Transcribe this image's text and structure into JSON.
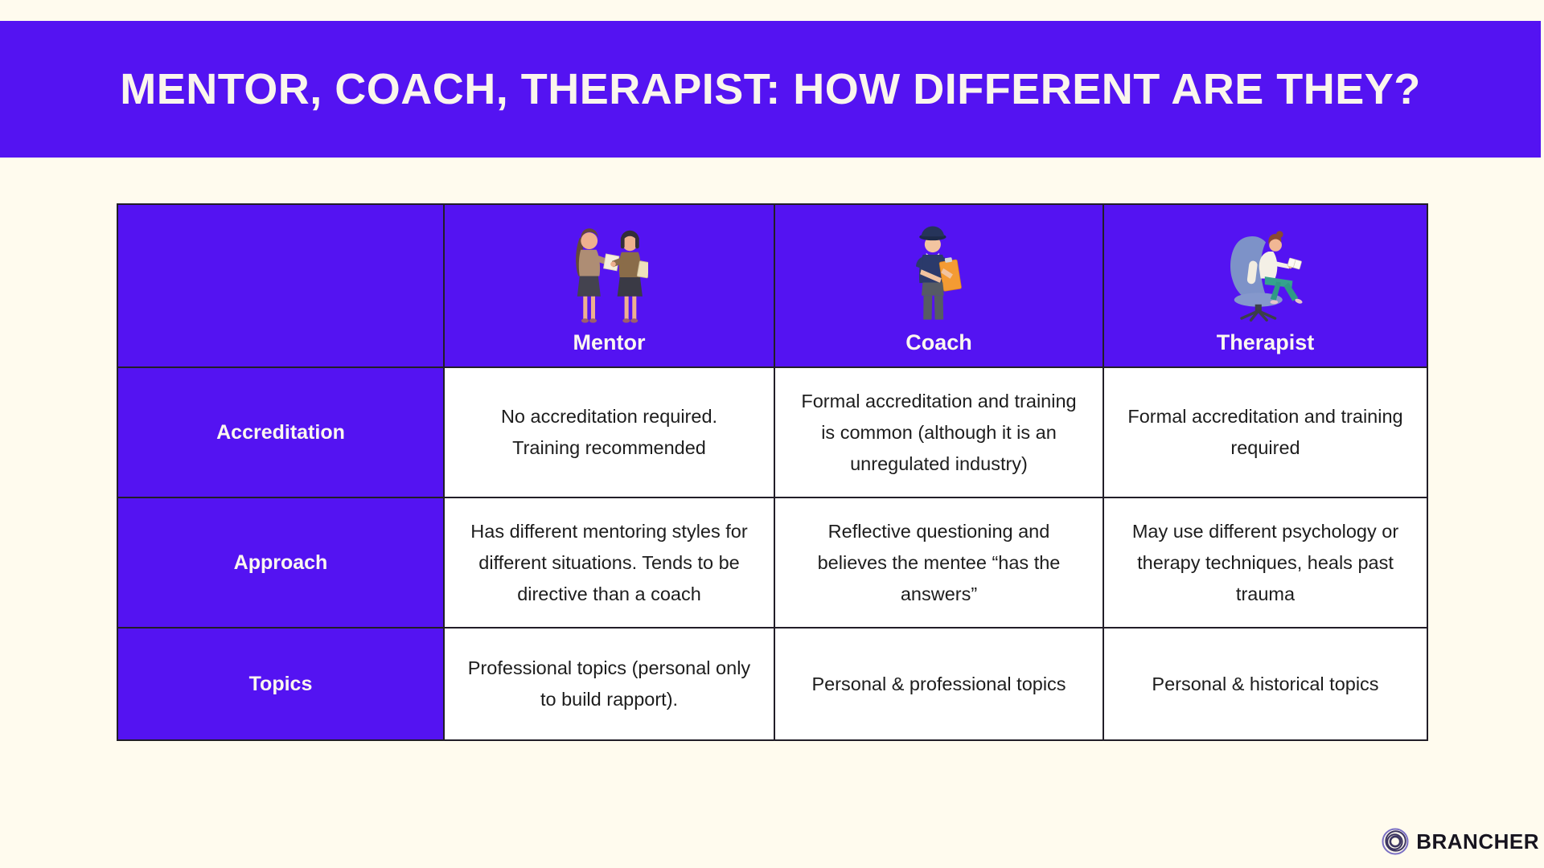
{
  "page": {
    "colors": {
      "accent_purple": "#5413F2",
      "background_cream": "#FFFBEE",
      "cell_white": "#FFFFFF",
      "border_dark": "#221E28",
      "body_text": "#1D1D1D",
      "header_text": "#FBF7F0"
    }
  },
  "banner": {
    "title": "MENTOR, COACH, THERAPIST: HOW DIFFERENT ARE THEY?"
  },
  "table": {
    "columns": [
      {
        "label": "Mentor",
        "icon": "two-mentors-talking-illustration"
      },
      {
        "label": "Coach",
        "icon": "coach-with-clipboard-illustration"
      },
      {
        "label": "Therapist",
        "icon": "therapist-in-armchair-illustration"
      }
    ],
    "rows": [
      {
        "label": "Accreditation",
        "cells": [
          "No accreditation required. Training recommended",
          "Formal accreditation and training is common (although it is an unregulated industry)",
          "Formal accreditation and training required"
        ]
      },
      {
        "label": "Approach",
        "cells": [
          "Has different mentoring styles for different situations. Tends to be directive than a coach",
          "Reflective questioning and believes the mentee “has the answers”",
          "May use different psychology or therapy techniques, heals past trauma"
        ]
      },
      {
        "label": "Topics",
        "cells": [
          "Professional topics (personal only to build rapport).",
          "Personal & professional topics",
          "Personal & historical topics"
        ]
      }
    ]
  },
  "footer": {
    "brand": "BRANCHER",
    "logo_icon": "concentric-rings-logo"
  }
}
